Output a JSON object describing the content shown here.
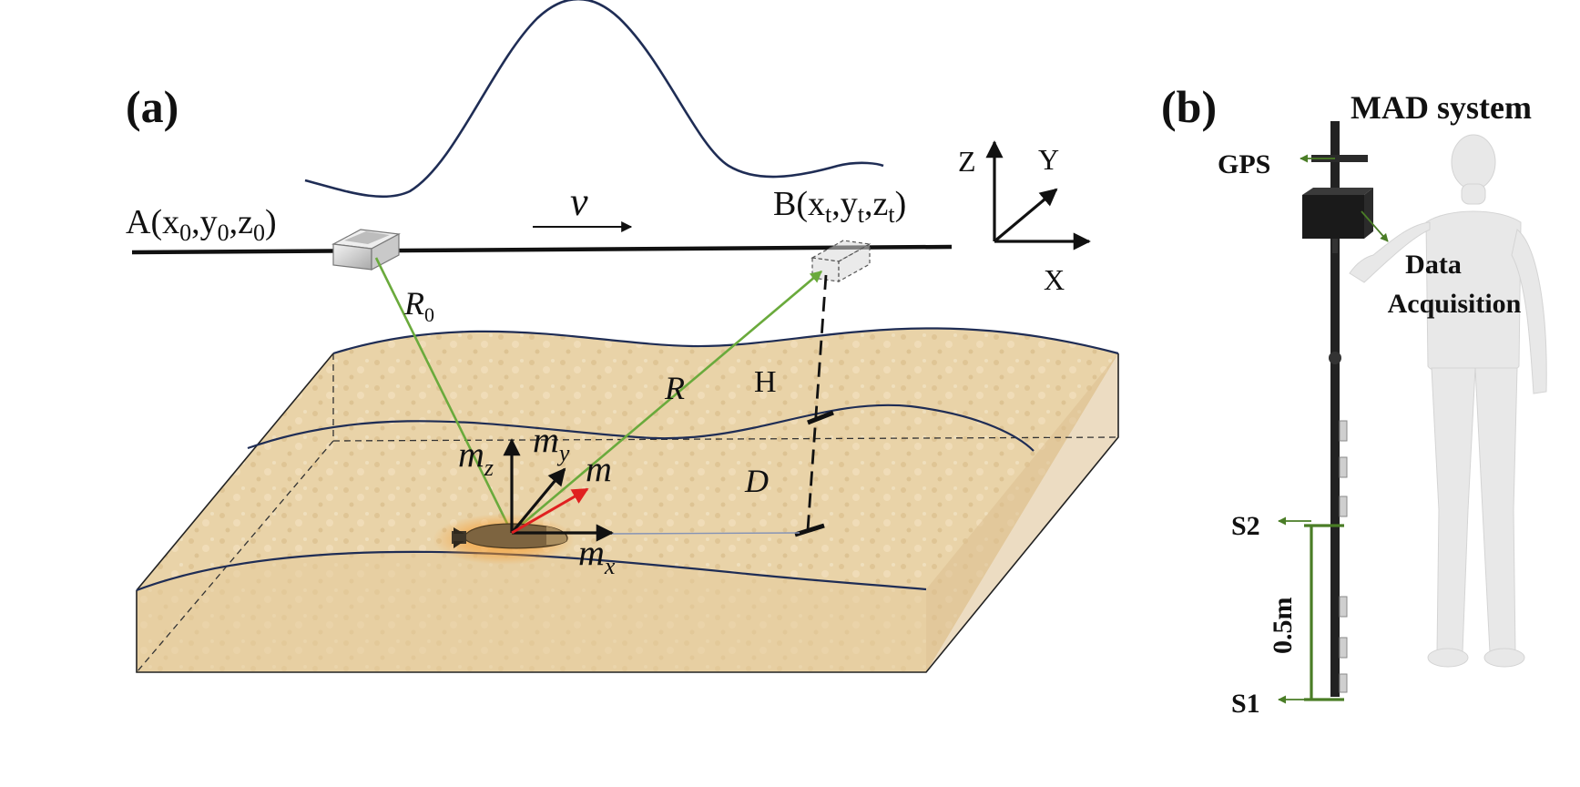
{
  "panel_a": {
    "label": "(a)",
    "point_a": {
      "prefix": "A(x",
      "s1": "0",
      "c1": ",y",
      "s2": "0",
      "c2": ",z",
      "s3": "0",
      "suffix": ")"
    },
    "point_b": {
      "prefix": "B(x",
      "s1": "t",
      "c1": ",y",
      "s2": "t",
      "c2": ",z",
      "s3": "t",
      "suffix": ")"
    },
    "velocity": "v",
    "axes": {
      "z": "Z",
      "y": "Y",
      "x": "X"
    },
    "r0": {
      "main": "R",
      "sub": "0"
    },
    "r": "R",
    "h": "H",
    "d": "D",
    "moments": {
      "mz": {
        "main": "m",
        "sub": "z"
      },
      "my": {
        "main": "m",
        "sub": "y"
      },
      "m": "m",
      "mx": {
        "main": "m",
        "sub": "x"
      }
    }
  },
  "panel_b": {
    "label": "(b)",
    "title": "MAD system",
    "gps": "GPS",
    "data_acq_line1": "Data",
    "data_acq_line2": "Acquisition",
    "s2": "S2",
    "s1": "S1",
    "spacing": "0.5m"
  },
  "colors": {
    "sand": "#e9d3a8",
    "sand_dark": "#d9bd88",
    "curve": "#1f2d55",
    "beam": "#6aaa3c",
    "moment_red": "#e02020",
    "pole": "#222222",
    "bracket": "#4a7d26",
    "person": "#e8e8e8"
  }
}
